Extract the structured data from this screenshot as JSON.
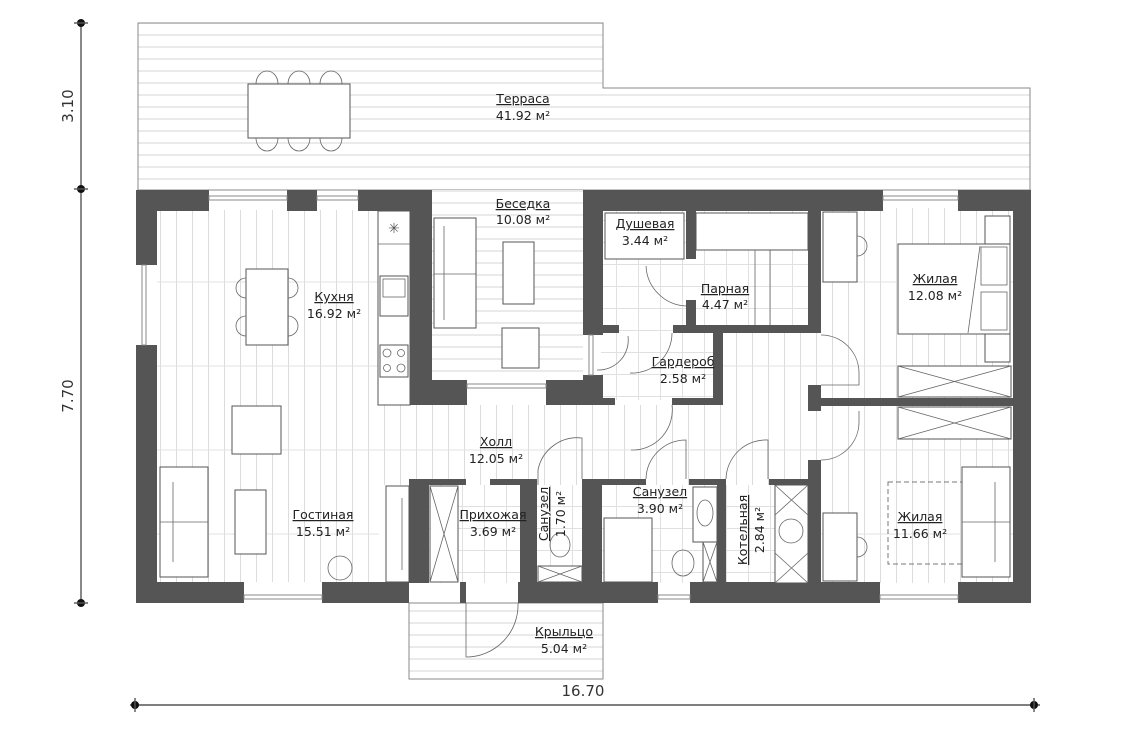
{
  "plan": {
    "area_unit": "м²",
    "dimensions": {
      "top_height": "3.10",
      "main_height": "7.70",
      "total_width": "16.70"
    },
    "rooms": [
      {
        "id": "terrace",
        "name": "Терраса",
        "area": "41.92 м²"
      },
      {
        "id": "gazebo",
        "name": "Беседка",
        "area": "10.08 м²"
      },
      {
        "id": "shower",
        "name": "Душевая",
        "area": "3.44 м²"
      },
      {
        "id": "steam",
        "name": "Парная",
        "area": "4.47 м²"
      },
      {
        "id": "wardrobe",
        "name": "Гардероб",
        "area": "2.58 м²"
      },
      {
        "id": "kitchen",
        "name": "Кухня",
        "area": "16.92 м²"
      },
      {
        "id": "bedroom1",
        "name": "Жилая",
        "area": "12.08 м²"
      },
      {
        "id": "hall",
        "name": "Холл",
        "area": "12.05 м²"
      },
      {
        "id": "living",
        "name": "Гостиная",
        "area": "15.51 м²"
      },
      {
        "id": "entry",
        "name": "Прихожая",
        "area": "3.69 м²"
      },
      {
        "id": "wc1",
        "name": "Санузел",
        "area": "1.70 м²"
      },
      {
        "id": "wc2",
        "name": "Санузел",
        "area": "3.90 м²"
      },
      {
        "id": "boiler",
        "name": "Котельная",
        "area": "2.84 м²"
      },
      {
        "id": "bedroom2",
        "name": "Жилая",
        "area": "11.66 м²"
      },
      {
        "id": "porch",
        "name": "Крыльцо",
        "area": "5.04 м²"
      }
    ],
    "colors": {
      "wall": "#555555",
      "deck_line": "#e6e6e6",
      "plank_line": "#d9d9d9",
      "text": "#222222"
    }
  }
}
